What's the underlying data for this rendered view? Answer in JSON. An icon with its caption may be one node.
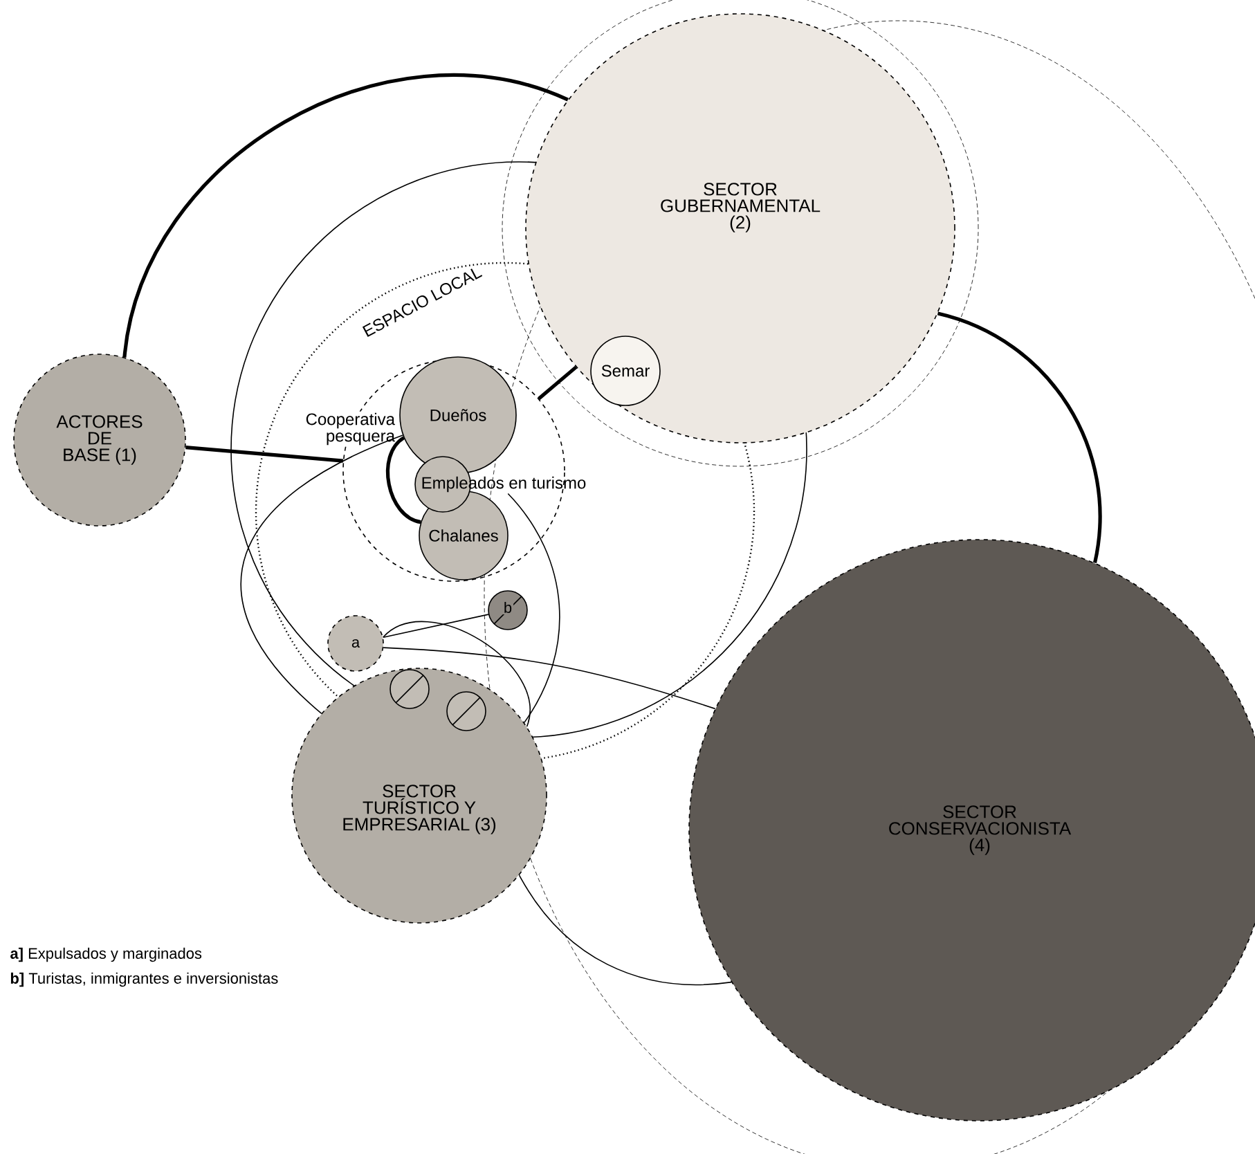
{
  "diagram": {
    "nodes": [
      {
        "text": [
          "ACTORES DE BASE (1)"
        ]
      },
      {
        "text": [
          "SECTOR GUBERNAMENTAL (2)"
        ]
      },
      {
        "text": [
          "ESPACIO LOCAL"
        ]
      },
      {
        "text": [
          "Cooperativa pesquera"
        ],
        "in": 2
      },
      {
        "text": [
          "Dueños"
        ],
        "in": 3
      },
      {
        "text": [
          "Empleados en turismo"
        ],
        "in": 3
      },
      {
        "text": [
          "Chalanes"
        ],
        "in": 3
      },
      {
        "text": [
          "Semar"
        ]
      },
      {
        "text": [
          "b"
        ],
        "in": 2
      },
      {
        "text": [
          "a"
        ],
        "in": 2
      },
      {
        "text": [],
        "shape": "circle"
      },
      {
        "text": [],
        "shape": "circle"
      },
      {
        "text": [
          "SECTOR TURÍSTICO Y EMPRESARIAL (3)"
        ]
      },
      {
        "text": [
          "SECTOR CONSERVACIONISTA (4)"
        ]
      }
    ],
    "edges": [
      {
        "from": 0,
        "to": 3,
        "arrow": "none",
        "style": "thick"
      },
      {
        "from": 0,
        "to": 1,
        "arrow": "none",
        "style": "thick"
      },
      {
        "from": 3,
        "to": 1,
        "arrow": "none",
        "style": "thick"
      },
      {
        "from": 1,
        "to": 13,
        "arrow": "none",
        "style": "thick"
      },
      {
        "from": 4,
        "to": 6,
        "arrow": "none",
        "style": "thick"
      },
      {
        "from": 9,
        "to": 8,
        "arrow": "none"
      },
      {
        "from": 9,
        "to": 13,
        "arrow": "none"
      },
      {
        "from": 9,
        "to": 12,
        "arrow": "none"
      },
      {
        "from": 12,
        "to": 13,
        "arrow": "none"
      },
      {
        "from": 4,
        "to": 12,
        "arrow": "none"
      },
      {
        "from": 5,
        "to": 12,
        "arrow": "none"
      }
    ],
    "labels": [
      "**a]** Expulsados y marginados",
      "**b]** Turistas, inmigrantes e inversionistas"
    ]
  }
}
